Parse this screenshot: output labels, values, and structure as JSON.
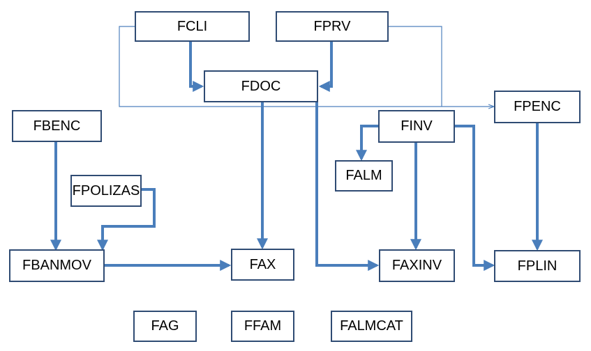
{
  "diagram": {
    "nodes": {
      "fcli": "FCLI",
      "fprv": "FPRV",
      "fdoc": "FDOC",
      "fpenc": "FPENC",
      "fbenc": "FBENC",
      "finv": "FINV",
      "falm": "FALM",
      "fpolizas": "FPOLIZAS",
      "fbanmov": "FBANMOV",
      "fax": "FAX",
      "faxinv": "FAXINV",
      "fplin": "FPLIN",
      "fag": "FAG",
      "ffam": "FFAM",
      "falmcat": "FALMCAT"
    },
    "edges": [
      {
        "from": "fcli",
        "to": "fdoc"
      },
      {
        "from": "fprv",
        "to": "fdoc"
      },
      {
        "from": "fcli",
        "to": "fpenc"
      },
      {
        "from": "fprv",
        "to": "fpenc"
      },
      {
        "from": "fbenc",
        "to": "fbanmov"
      },
      {
        "from": "fpolizas",
        "to": "fbanmov"
      },
      {
        "from": "fbanmov",
        "to": "fax"
      },
      {
        "from": "fdoc",
        "to": "fax"
      },
      {
        "from": "fdoc",
        "to": "faxinv"
      },
      {
        "from": "finv",
        "to": "falm"
      },
      {
        "from": "finv",
        "to": "faxinv"
      },
      {
        "from": "finv",
        "to": "fplin"
      },
      {
        "from": "fpenc",
        "to": "fplin"
      }
    ],
    "colors": {
      "arrow": "#4a7ebb",
      "thin_arrow": "#4f81bd",
      "box_border": "#2f4b73"
    }
  }
}
